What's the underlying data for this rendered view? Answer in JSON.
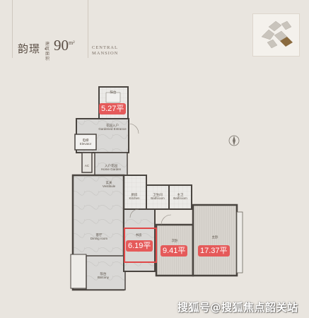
{
  "header": {
    "title": "韵璟 ·",
    "sub": "建筑面积",
    "area": "90",
    "unit": "m²",
    "brand_line1": "CENTRAL",
    "brand_line2": "MANSION"
  },
  "rooms": {
    "balcony_top": {
      "cn": "阳台",
      "en": "Balcony",
      "area": "5.27平"
    },
    "entrance": {
      "cn": "花园入户",
      "en": "Gardened Entrance"
    },
    "elevator": {
      "cn": "电梯",
      "en": "Elevator"
    },
    "home_garden": {
      "cn": "入户花园",
      "en": "Home Garden"
    },
    "ac": "AC",
    "entry": {
      "cn": "玄关",
      "en": "Vestibule"
    },
    "kitchen": {
      "cn": "厨房",
      "en": "Kitchen"
    },
    "bathroom1": {
      "cn": "卫生间",
      "en": "Bathroom"
    },
    "bathroom2": {
      "cn": "主卫",
      "en": "Bathroom"
    },
    "bedroom_main": {
      "cn": "主卧",
      "en": ""
    },
    "living": {
      "cn": "客厅",
      "en": "Dining room"
    },
    "study": {
      "cn": "书房",
      "en": "",
      "area": "6.19平"
    },
    "bedroom2": {
      "cn": "次卧",
      "en": "",
      "area": "9.41平"
    },
    "master": {
      "cn": "主卧",
      "en": "",
      "area": "17.37平"
    },
    "balcony_bottom": {
      "cn": "阳台",
      "en": "Balcony"
    }
  },
  "watermark": "搜狐号@搜狐焦点韶关站",
  "colors": {
    "badge": "#e55a5a",
    "background": "#e9e5df",
    "wall": "#4a4540"
  }
}
